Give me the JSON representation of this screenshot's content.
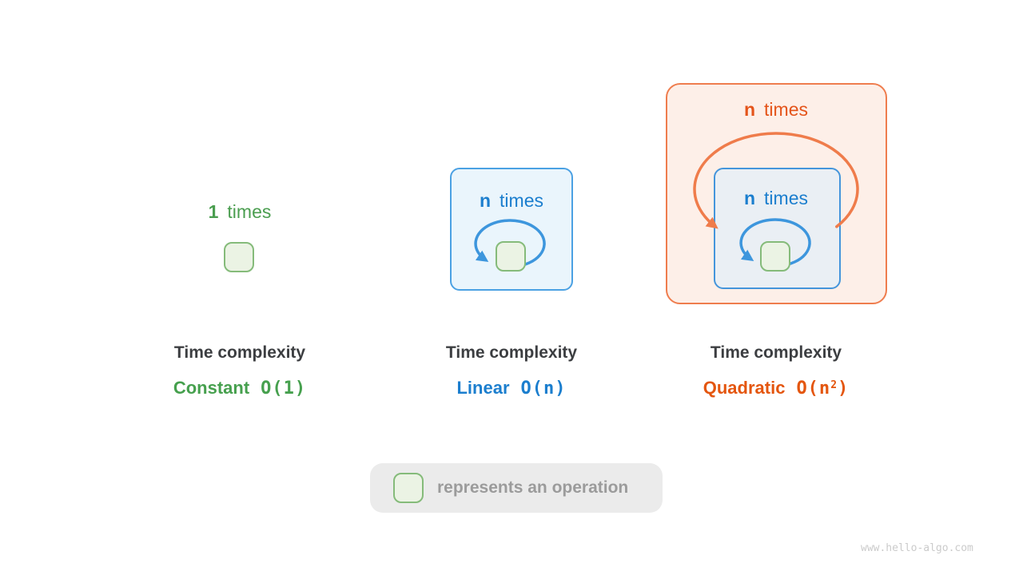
{
  "panels": [
    {
      "times_count": "1",
      "times_word": "times",
      "caption": "Time complexity",
      "name": "Constant",
      "notation": "O(1)",
      "accent_color": "#46A04E"
    },
    {
      "times_count": "n",
      "times_word": "times",
      "caption": "Time complexity",
      "name": "Linear",
      "notation": "O(n)",
      "accent_color": "#1B7ECE"
    },
    {
      "outer_times_count": "n",
      "outer_times_word": "times",
      "inner_times_count": "n",
      "inner_times_word": "times",
      "caption": "Time complexity",
      "name": "Quadratic",
      "notation_prefix": "O(n",
      "notation_sup": "2",
      "notation_suffix": ")",
      "accent_color": "#E4560F"
    }
  ],
  "legend": {
    "label": "represents an operation"
  },
  "colors": {
    "operation_box_fill": "#EBF3E4",
    "operation_box_border": "#85BB7A",
    "linear_box_fill": "#EAF5FC",
    "linear_box_border": "#4BA1E3",
    "quadratic_outer_fill": "#FDEFE8",
    "quadratic_outer_border": "#EF7D4E",
    "quadratic_inner_fill": "#EAEFF4",
    "quadratic_inner_border": "#4495DB",
    "caption_text": "#3C3E41",
    "legend_background": "#EBEBEB",
    "legend_text": "#9B9B9B"
  },
  "watermark": "www.hello-algo.com"
}
